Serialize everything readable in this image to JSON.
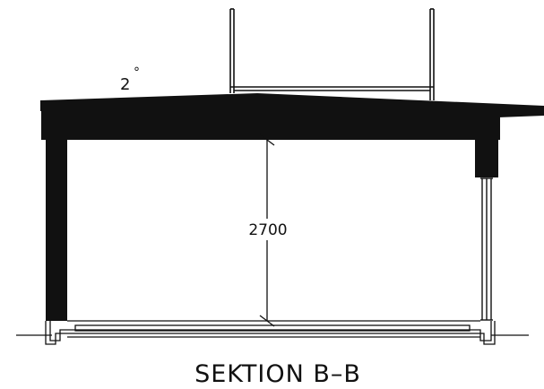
{
  "drawing": {
    "roof_slope_value": "2",
    "roof_slope_unit": "°",
    "ceiling_height": "2700",
    "section_title": "SEKTION B–B"
  },
  "colors": {
    "ink": "#111111",
    "background": "#ffffff"
  }
}
